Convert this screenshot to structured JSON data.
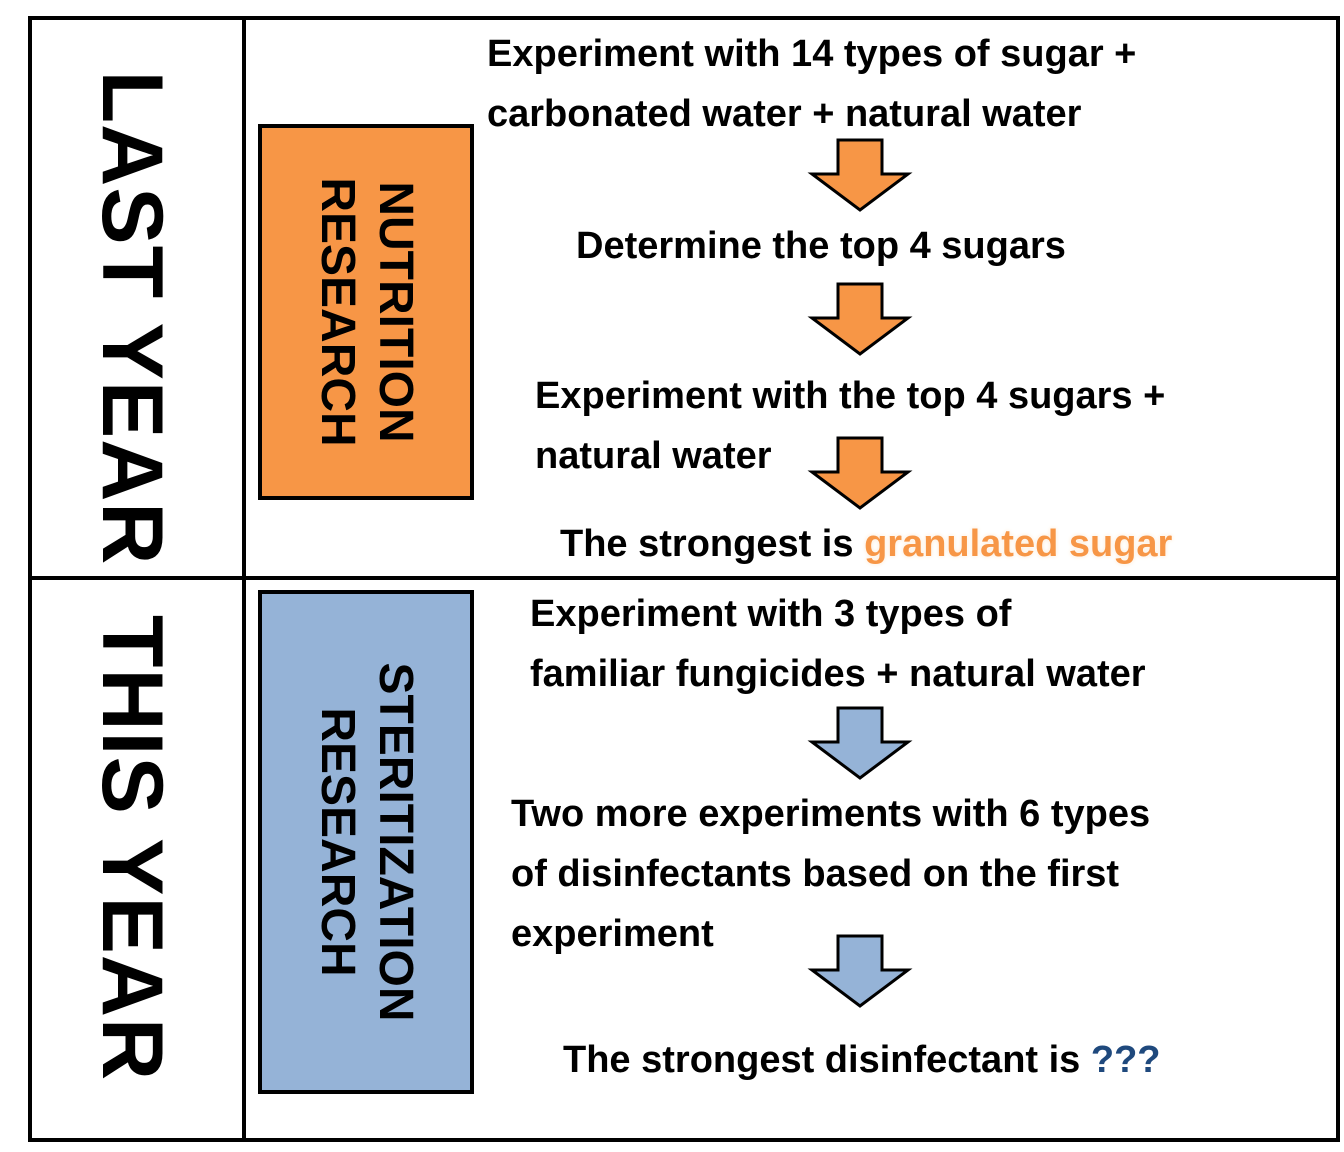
{
  "rows": {
    "last_year": {
      "year_label": "LAST YEAR",
      "research_label": [
        "NUTRITION",
        "RESEARCH"
      ],
      "steps": [
        [
          "Experiment with 14 types of sugar +",
          "carbonated water + natural water"
        ],
        [
          "Determine the top 4 sugars"
        ],
        [
          "Experiment with the top 4 sugars +",
          "natural water"
        ]
      ],
      "conclusion_prefix": "The strongest is ",
      "conclusion_highlight": "granulated sugar"
    },
    "this_year": {
      "year_label": "THIS YEAR",
      "research_label": [
        "STERITIZATION",
        "RESEARCH"
      ],
      "steps": [
        [
          "Experiment with 3 types of",
          "familiar fungicides + natural water"
        ],
        [
          "Two more experiments with 6 types",
          "of disinfectants based on the first",
          "experiment"
        ]
      ],
      "conclusion_prefix": "The strongest disinfectant is ",
      "conclusion_highlight": "???"
    }
  },
  "colors": {
    "nutrition_fill": "#f79646",
    "sterilization_fill": "#95b3d7",
    "outline": "#000000",
    "highlight_orange": "#f79646",
    "highlight_blue": "#1f497d"
  }
}
